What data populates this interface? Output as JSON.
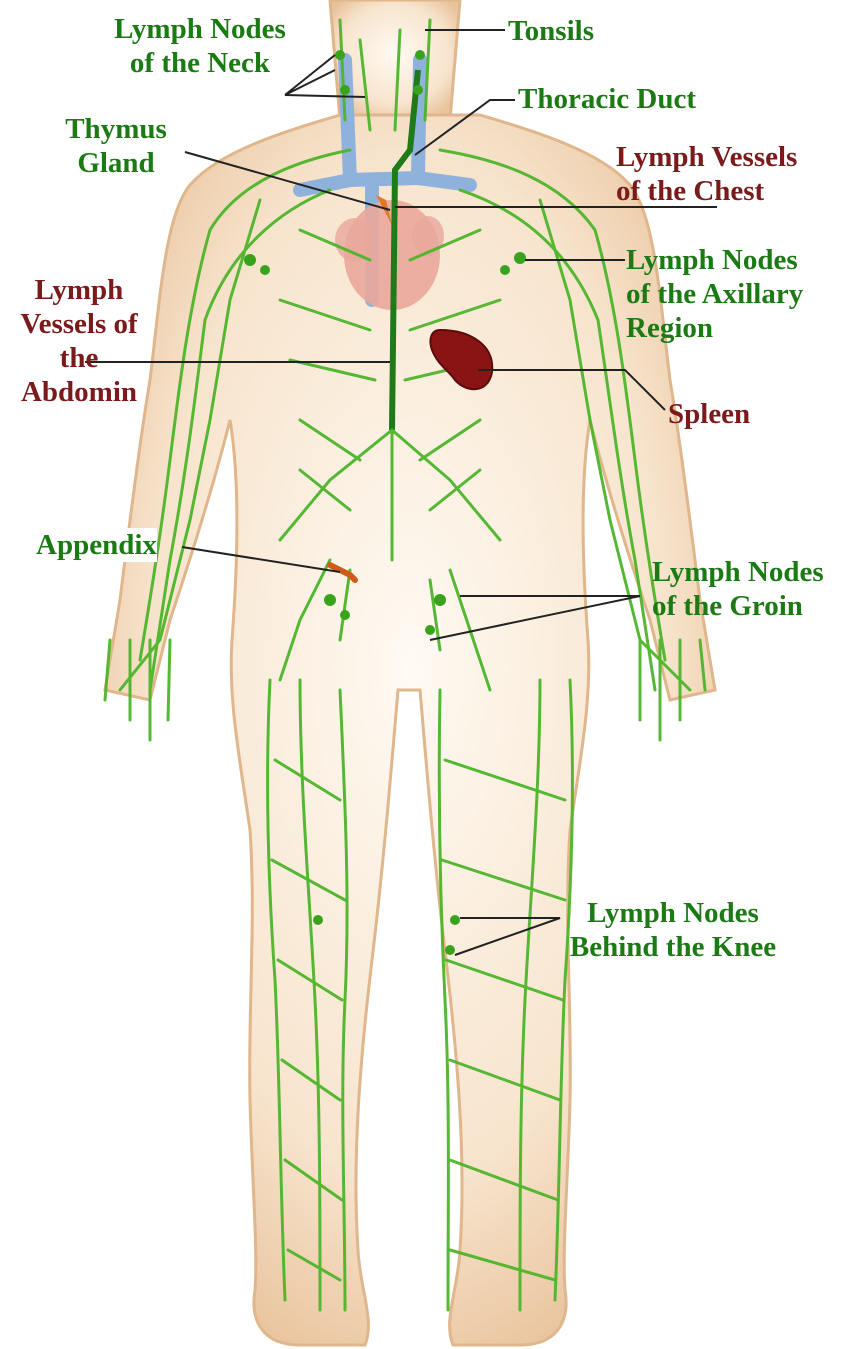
{
  "labels": {
    "neck_nodes": [
      "Lymph Nodes",
      "of the Neck"
    ],
    "tonsils": [
      "Tonsils"
    ],
    "thoracic_duct": [
      "Thoracic Duct"
    ],
    "thymus": [
      "Thymus",
      "Gland"
    ],
    "chest_vessels": [
      "Lymph Vessels",
      "of the Chest"
    ],
    "axillary_nodes": [
      "Lymph Nodes",
      "of the Axillary",
      "Region"
    ],
    "abdomen_vessels": [
      "Lymph",
      "Vessels of",
      "the",
      "Abdomin"
    ],
    "spleen": [
      "Spleen"
    ],
    "appendix": [
      "Appendix"
    ],
    "groin_nodes": [
      "Lymph Nodes",
      "of the Groin"
    ],
    "knee_nodes": [
      "Lymph Nodes",
      "Behind the Knee"
    ]
  },
  "colors": {
    "label_green": "#1b7a13",
    "label_maroon": "#7a1a1a",
    "skin": "#f2d9bd",
    "skin_edge": "#e3b890",
    "lymph": "#4fb82a",
    "spleen": "#8a1414",
    "heart": "#e59a8e",
    "veins": "#7fa8d6",
    "leader_line": "#222222"
  }
}
